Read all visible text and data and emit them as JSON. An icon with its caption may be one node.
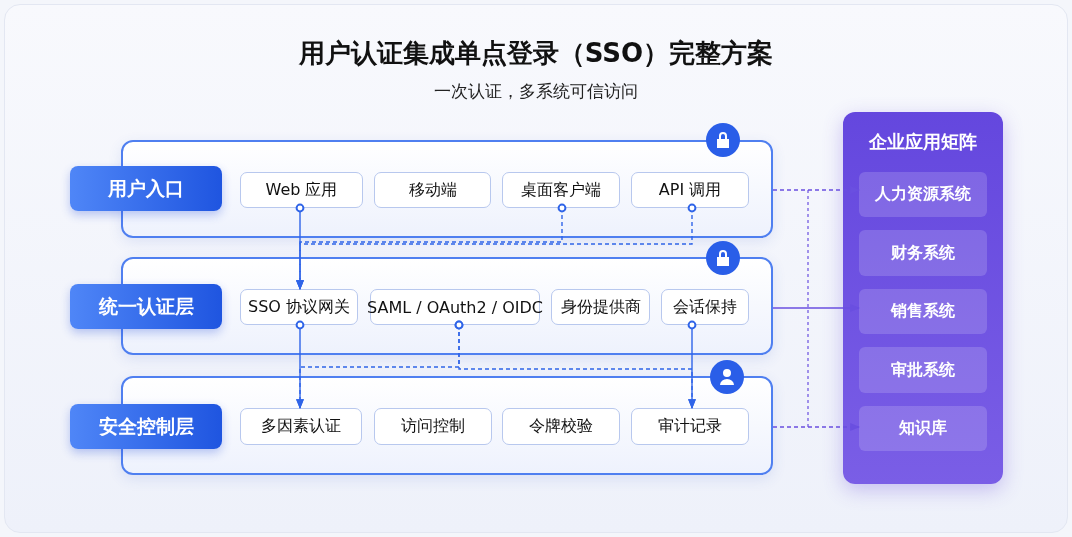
{
  "diagram": {
    "title": "用户认证集成单点登录（SSO）完整方案",
    "nodes": [
      {
        "text": [
          "用户入口"
        ]
      },
      {
        "text": [
          "Web 应用"
        ],
        "in": 0
      },
      {
        "text": [
          "移动端"
        ],
        "in": 0
      },
      {
        "text": [
          "桌面客户端"
        ],
        "in": 0
      },
      {
        "text": [
          "API 调用"
        ],
        "in": 0
      },
      {
        "text": [
          "统一认证层"
        ]
      },
      {
        "text": [
          "SSO 协议网关"
        ],
        "in": 5
      },
      {
        "text": [
          "SAML / OAuth2 / OIDC"
        ],
        "in": 5
      },
      {
        "text": [
          "身份提供商"
        ],
        "in": 5
      },
      {
        "text": [
          "会话保持"
        ],
        "in": 5
      },
      {
        "text": [
          "安全控制层"
        ]
      },
      {
        "text": [
          "多因素认证"
        ],
        "in": 10
      },
      {
        "text": [
          "访问控制"
        ],
        "in": 10
      },
      {
        "text": [
          "令牌校验"
        ],
        "in": 10
      },
      {
        "text": [
          "审计记录"
        ],
        "in": 10
      },
      {
        "text": [
          "企业应用矩阵"
        ]
      },
      {
        "text": [
          "人力资源系统"
        ],
        "in": 15
      },
      {
        "text": [
          "财务系统"
        ],
        "in": 15
      },
      {
        "text": [
          "销售系统"
        ],
        "in": 15
      },
      {
        "text": [
          "审批系统"
        ],
        "in": 15
      },
      {
        "text": [
          "知识库"
        ],
        "in": 15
      }
    ],
    "edges": [
      {
        "from": 1,
        "to": 6,
        "arrow": "to"
      },
      {
        "from": 3,
        "to": 6,
        "arrow": "to",
        "style": "dashed"
      },
      {
        "from": 4,
        "to": 6,
        "arrow": "to",
        "style": "dashed"
      },
      {
        "from": 6,
        "to": 11,
        "arrow": "to"
      },
      {
        "from": 7,
        "to": 11,
        "arrow": "to",
        "style": "dashed"
      },
      {
        "from": 7,
        "to": 14,
        "arrow": "to",
        "style": "dashed"
      },
      {
        "from": 9,
        "to": 14,
        "arrow": "to"
      },
      {
        "from": 0,
        "to": 16,
        "arrow": "to",
        "style": "dashed",
        "color": "#6a4fe0"
      },
      {
        "from": 5,
        "to": 18,
        "arrow": "to",
        "color": "#6a4fe0"
      },
      {
        "from": 10,
        "to": 20,
        "arrow": "to",
        "style": "dashed",
        "color": "#6a4fe0"
      }
    ],
    "labels": [
      "一次认证，多系统可信访问"
    ]
  }
}
